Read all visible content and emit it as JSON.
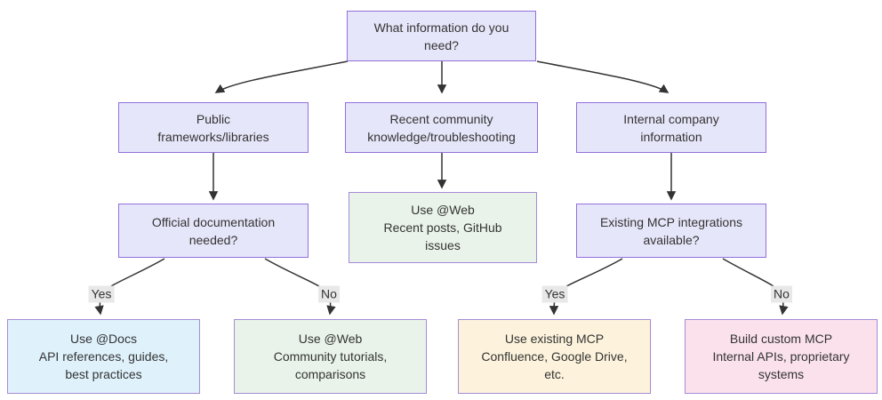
{
  "diagram": {
    "title_semantic": "information-source decision flowchart",
    "colors": {
      "node_fill": "#E6E6FA",
      "node_border": "#9370DB",
      "custom_border": "#A48BD6",
      "blue_fill": "#DFF2FC",
      "green_fill": "#E9F3E9",
      "cream_fill": "#FDF3DC",
      "pink_fill": "#FAE1EC",
      "edge_color": "#333333",
      "edge_label_bg": "#E8E8E8",
      "text": "#333333"
    },
    "nodes": {
      "root": {
        "lines": [
          "What information do you",
          "need?"
        ]
      },
      "public": {
        "lines": [
          "Public",
          "frameworks/libraries"
        ]
      },
      "community": {
        "lines": [
          "Recent community",
          "knowledge/troubleshooting"
        ]
      },
      "internal": {
        "lines": [
          "Internal company",
          "information"
        ]
      },
      "docsq": {
        "lines": [
          "Official documentation",
          "needed?"
        ]
      },
      "webrecent": {
        "lines": [
          "Use @Web",
          "Recent posts, GitHub",
          "issues"
        ]
      },
      "mcpq": {
        "lines": [
          "Existing MCP integrations",
          "available?"
        ]
      },
      "usedocs": {
        "lines": [
          "Use @Docs",
          "API references, guides,",
          "best practices"
        ]
      },
      "webcomm": {
        "lines": [
          "Use @Web",
          "Community tutorials,",
          "comparisons"
        ]
      },
      "existmcp": {
        "lines": [
          "Use existing MCP",
          "Confluence, Google Drive,",
          "etc."
        ]
      },
      "custommcp": {
        "lines": [
          "Build custom MCP",
          "Internal APIs, proprietary",
          "systems"
        ]
      }
    },
    "edge_labels": {
      "yes_docs": "Yes",
      "no_web": "No",
      "yes_mcp": "Yes",
      "no_custom": "No"
    }
  }
}
